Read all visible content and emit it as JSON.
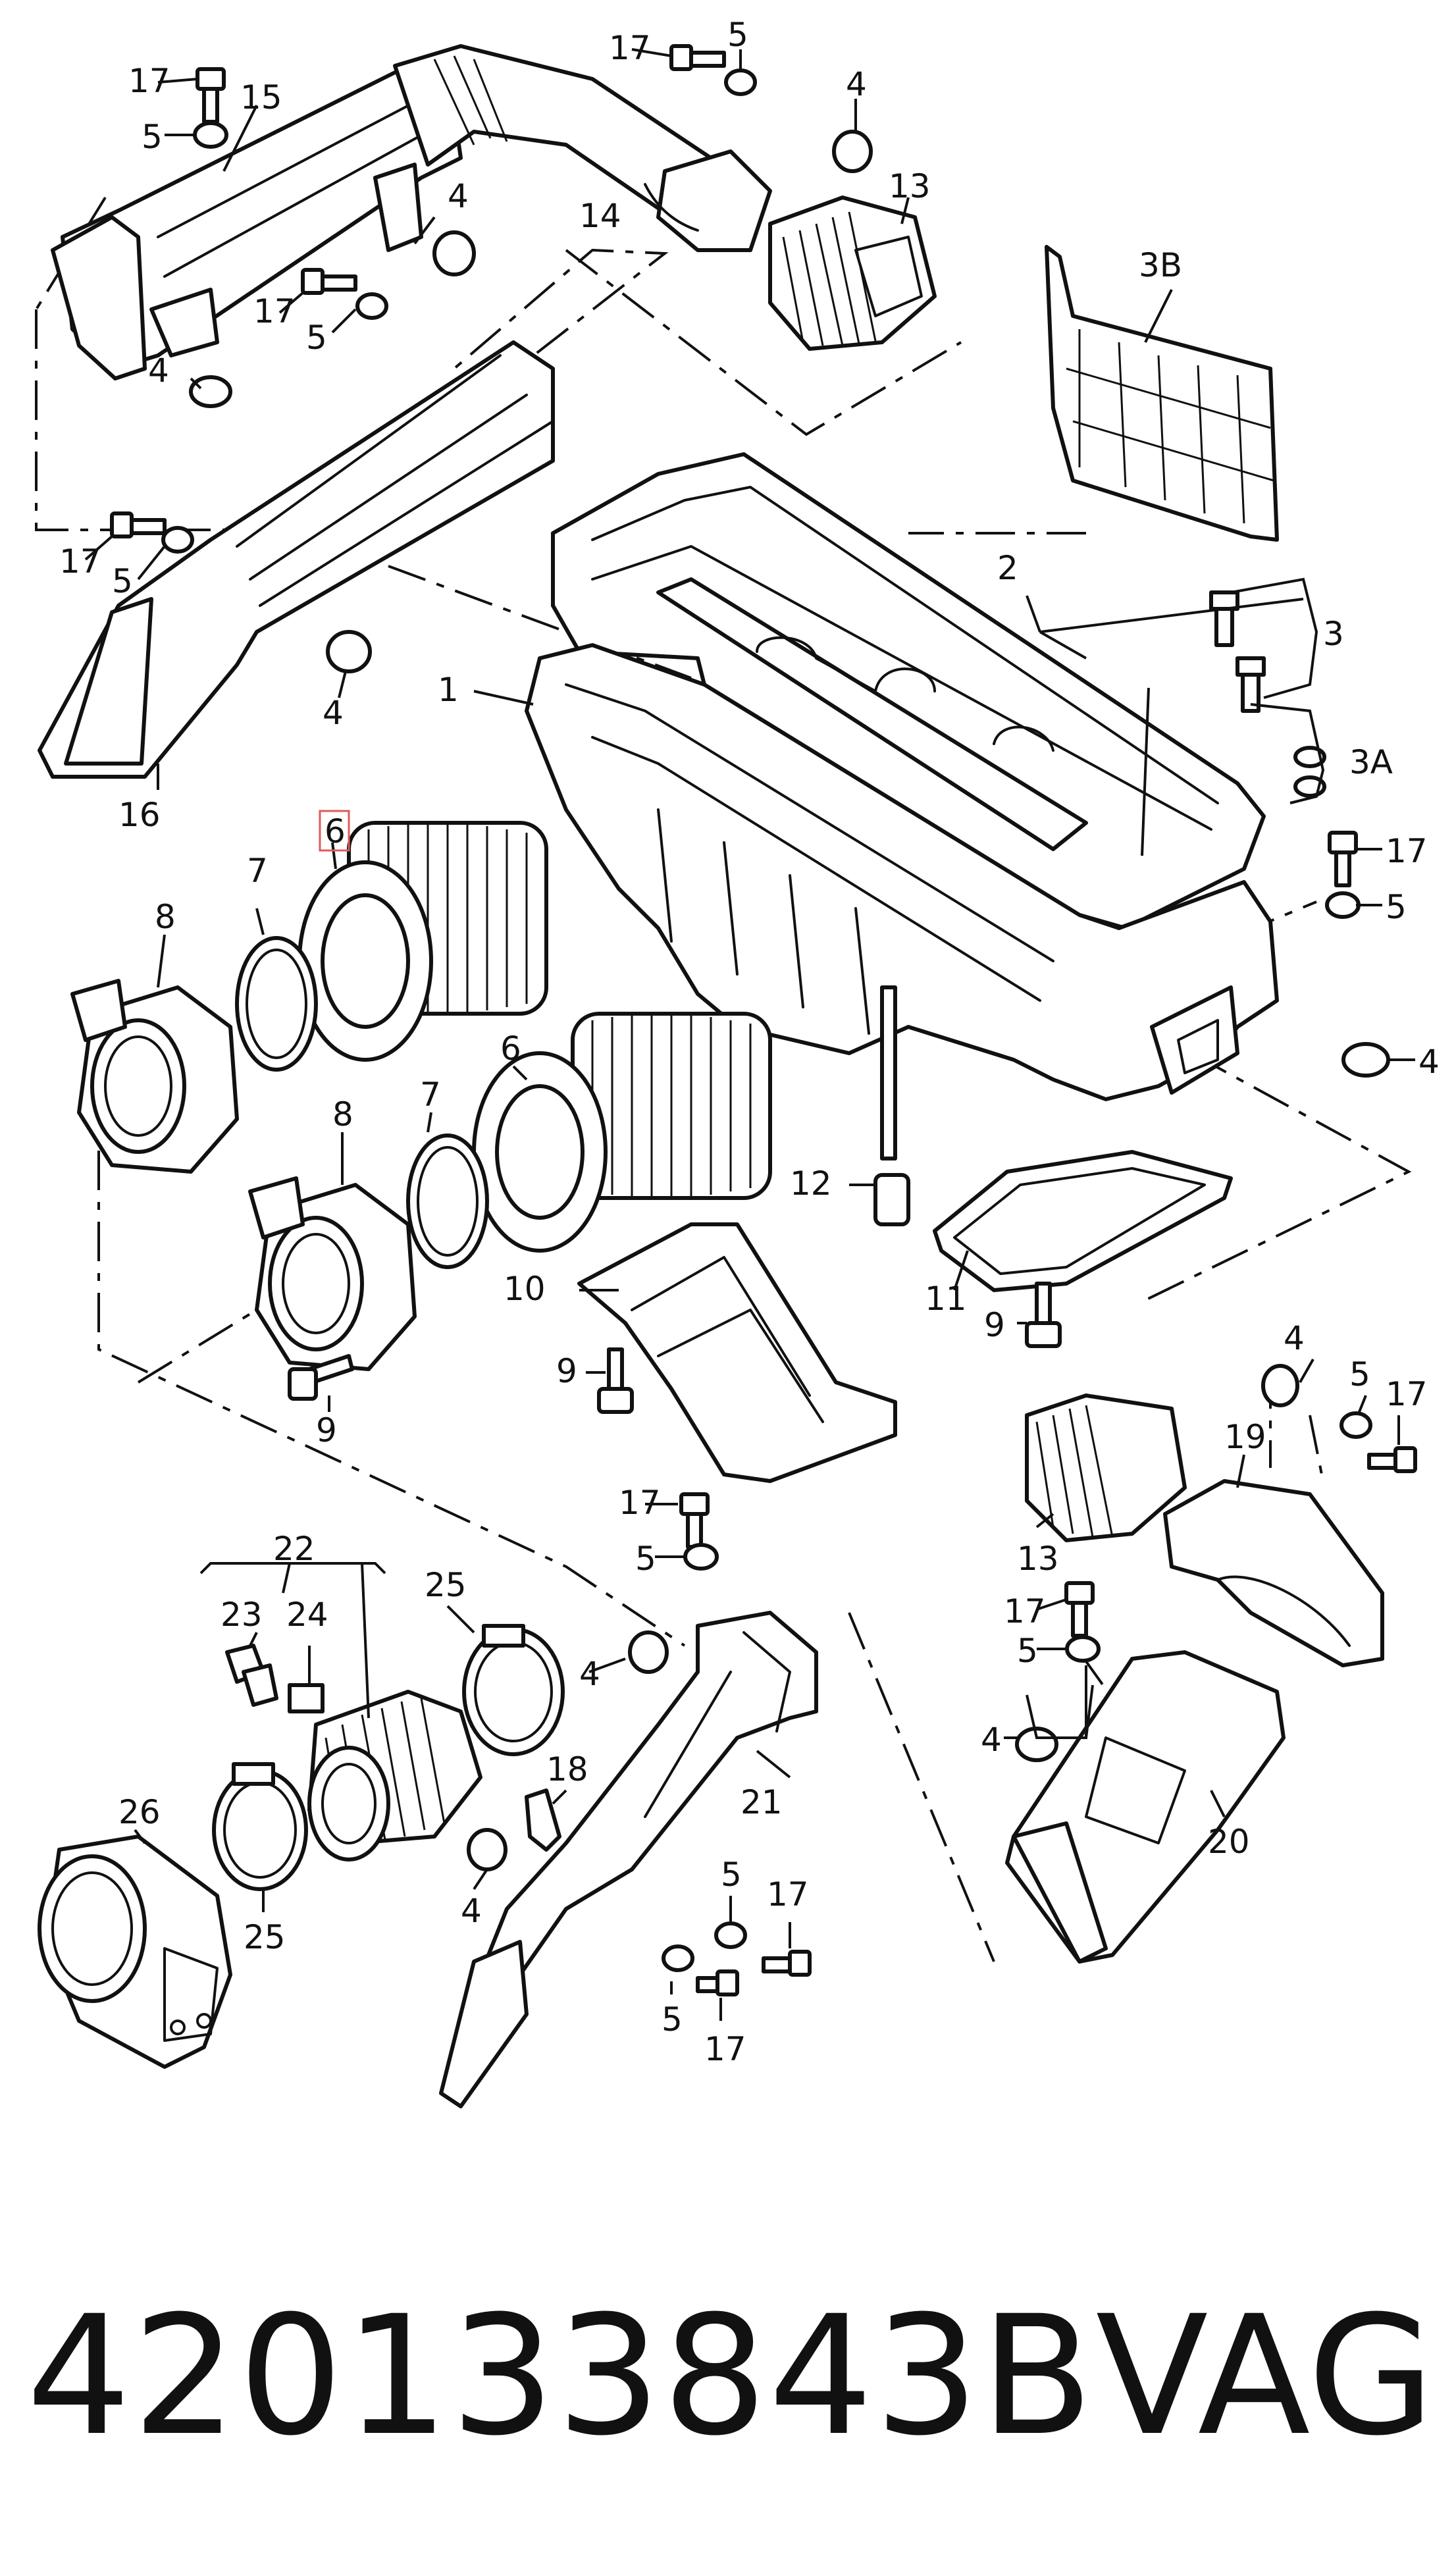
{
  "labels": {
    "l1": "1",
    "l2": "2",
    "l3": "3",
    "l3a": "3A",
    "l3b": "3B",
    "l4a": "4",
    "l4b": "4",
    "l4c": "4",
    "l4d": "4",
    "l4e": "4",
    "l4f": "4",
    "l4g": "4",
    "l4h": "4",
    "l4i": "4",
    "l4j": "4",
    "l5a": "5",
    "l5b": "5",
    "l5c": "5",
    "l5d": "5",
    "l5e": "5",
    "l5f": "5",
    "l5g": "5",
    "l5h": "5",
    "l5i": "5",
    "l5j": "5",
    "l6a": "6",
    "l6b": "6",
    "l7a": "7",
    "l7b": "7",
    "l8a": "8",
    "l8b": "8",
    "l9a": "9",
    "l9b": "9",
    "l9c": "9",
    "l10": "10",
    "l11": "11",
    "l12": "12",
    "l13a": "13",
    "l13b": "13",
    "l14": "14",
    "l15": "15",
    "l16": "16",
    "l17a": "17",
    "l17b": "17",
    "l17c": "17",
    "l17d": "17",
    "l17e": "17",
    "l17f": "17",
    "l17g": "17",
    "l17h": "17",
    "l17i": "17",
    "l18": "18",
    "l19": "19",
    "l20": "20",
    "l21": "21",
    "l22": "22",
    "l23": "23",
    "l24": "24",
    "l25a": "25",
    "l25b": "25",
    "l26": "26"
  },
  "footer": {
    "part_number": "420133843B",
    "brand": "VAG"
  }
}
